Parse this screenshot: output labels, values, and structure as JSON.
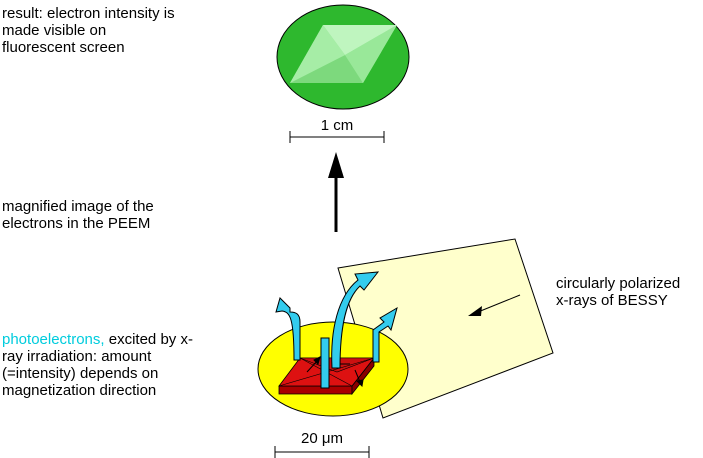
{
  "labels": {
    "result": [
      "result: electron intensity is",
      "made visible on",
      "fluorescent screen"
    ],
    "magnified": [
      "magnified image of the",
      "electrons in the PEEM"
    ],
    "xrays": [
      "circularly polarized",
      "x-rays of BESSY"
    ],
    "photo_highlight": "photoelectrons,",
    "photo_rest_first": " excited by x-",
    "photo_lines": [
      "ray irradiation: amount",
      "(=intensity) depends on",
      "magnetization direction"
    ]
  },
  "scales": {
    "top": "1 cm",
    "bottom": "20 μm"
  },
  "colors": {
    "screen_green": "#2eb82e",
    "crystal_light": "#8fe68f",
    "beam_fill": "#ffffcc",
    "spot_yellow": "#ffff00",
    "sample_red": "#dd1111",
    "electron_cyan": "#33ccee",
    "highlight_text": "#00ccdd"
  }
}
